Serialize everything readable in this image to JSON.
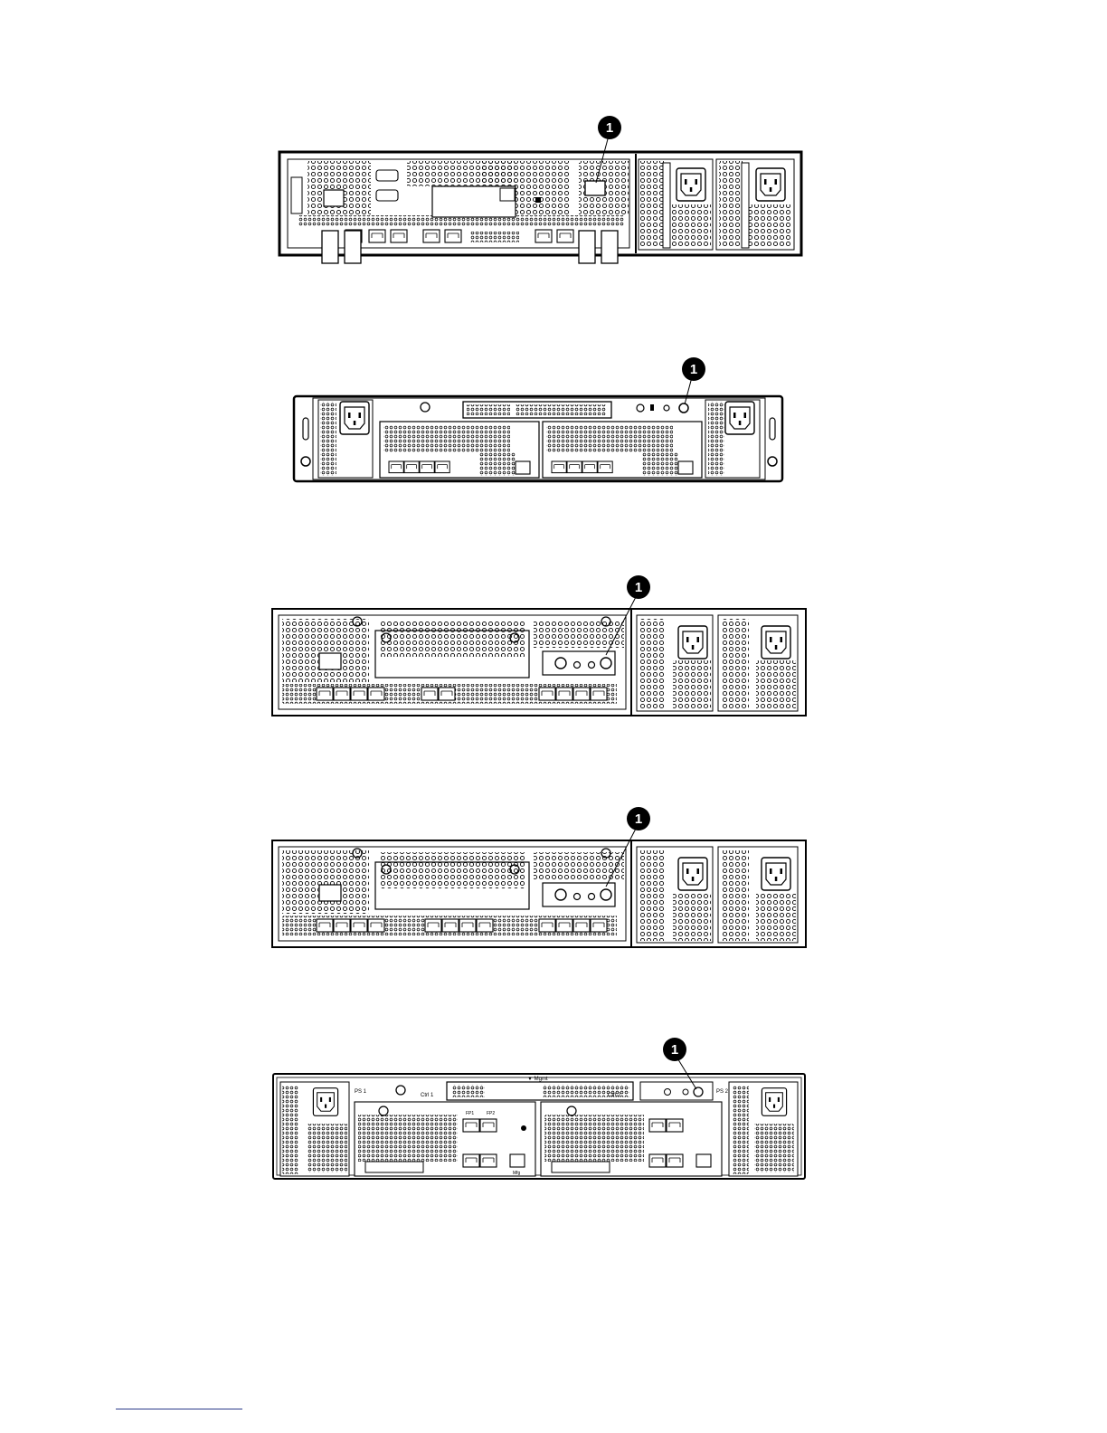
{
  "callouts": [
    {
      "panel": "enclosure-1",
      "label": "1"
    },
    {
      "panel": "enclosure-2",
      "label": "1"
    },
    {
      "panel": "enclosure-3",
      "label": "1"
    },
    {
      "panel": "enclosure-4",
      "label": "1"
    },
    {
      "panel": "enclosure-5",
      "label": "1"
    }
  ],
  "enclosure5": {
    "mgmt_label": "▼ Mgmt",
    "ps1_label": "PS 1",
    "ps2_label": "PS 2",
    "ctrl1_label": "Ctrl 1",
    "ctrl2_label": "Ctrl 2",
    "fp1_label": "FP1",
    "fp2_label": "FP2",
    "mfg_label": "Mfg"
  },
  "colors": {
    "line": "#000000",
    "background": "#ffffff",
    "footer_rule": "#2a3a8a"
  }
}
